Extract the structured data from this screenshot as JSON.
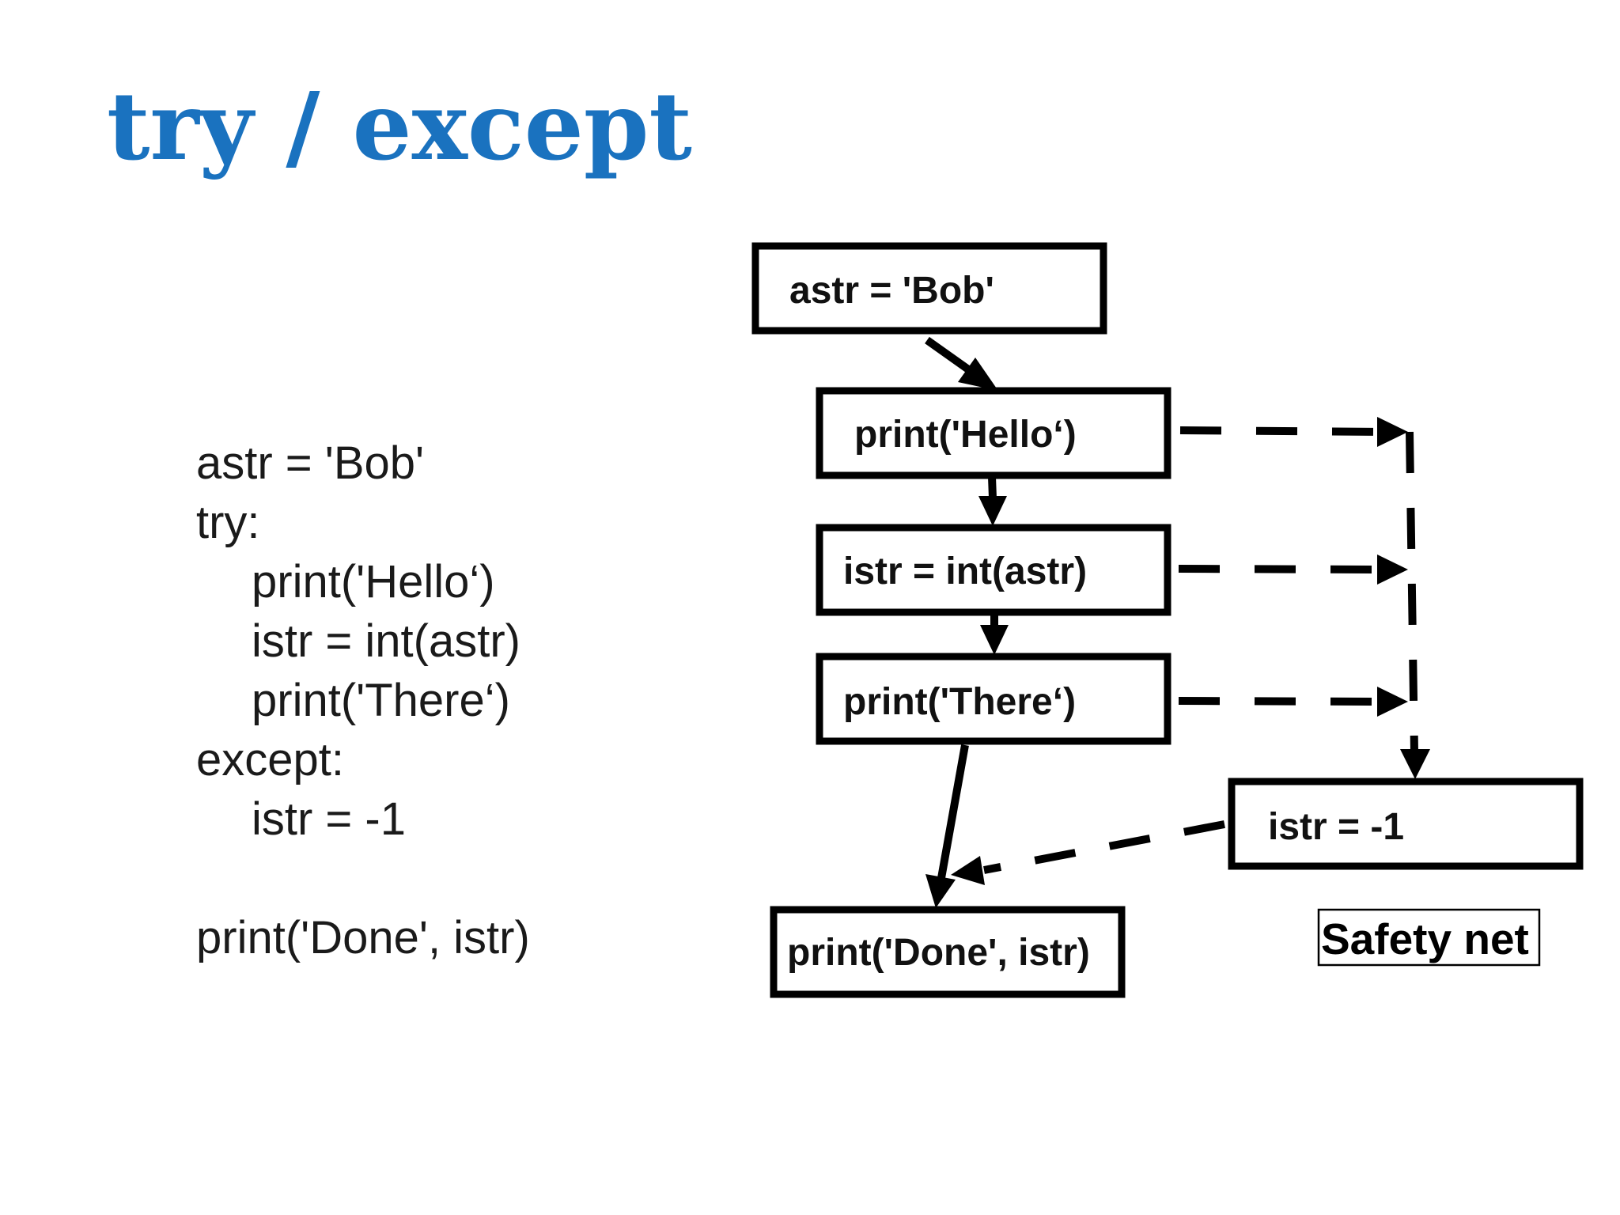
{
  "slide": {
    "title": "try / except"
  },
  "code": {
    "lines": [
      "astr = 'Bob'",
      "try:",
      "print('Hello‘)",
      "istr = int(astr)",
      "print('There‘)",
      "except:",
      "istr = -1",
      "",
      "print('Done', istr)"
    ]
  },
  "flowchart": {
    "boxes": {
      "assign": "astr = 'Bob'",
      "hello": "print('Hello‘)",
      "convert": "istr = int(astr)",
      "there": "print('There‘)",
      "fallback": "istr = -1",
      "done": "print('Done', istr)"
    },
    "safety_label": "Safety net"
  },
  "colors": {
    "title": "#1a72bf",
    "code_text": "#1a1a1a",
    "box_stroke": "#000000",
    "background": "#ffffff"
  }
}
